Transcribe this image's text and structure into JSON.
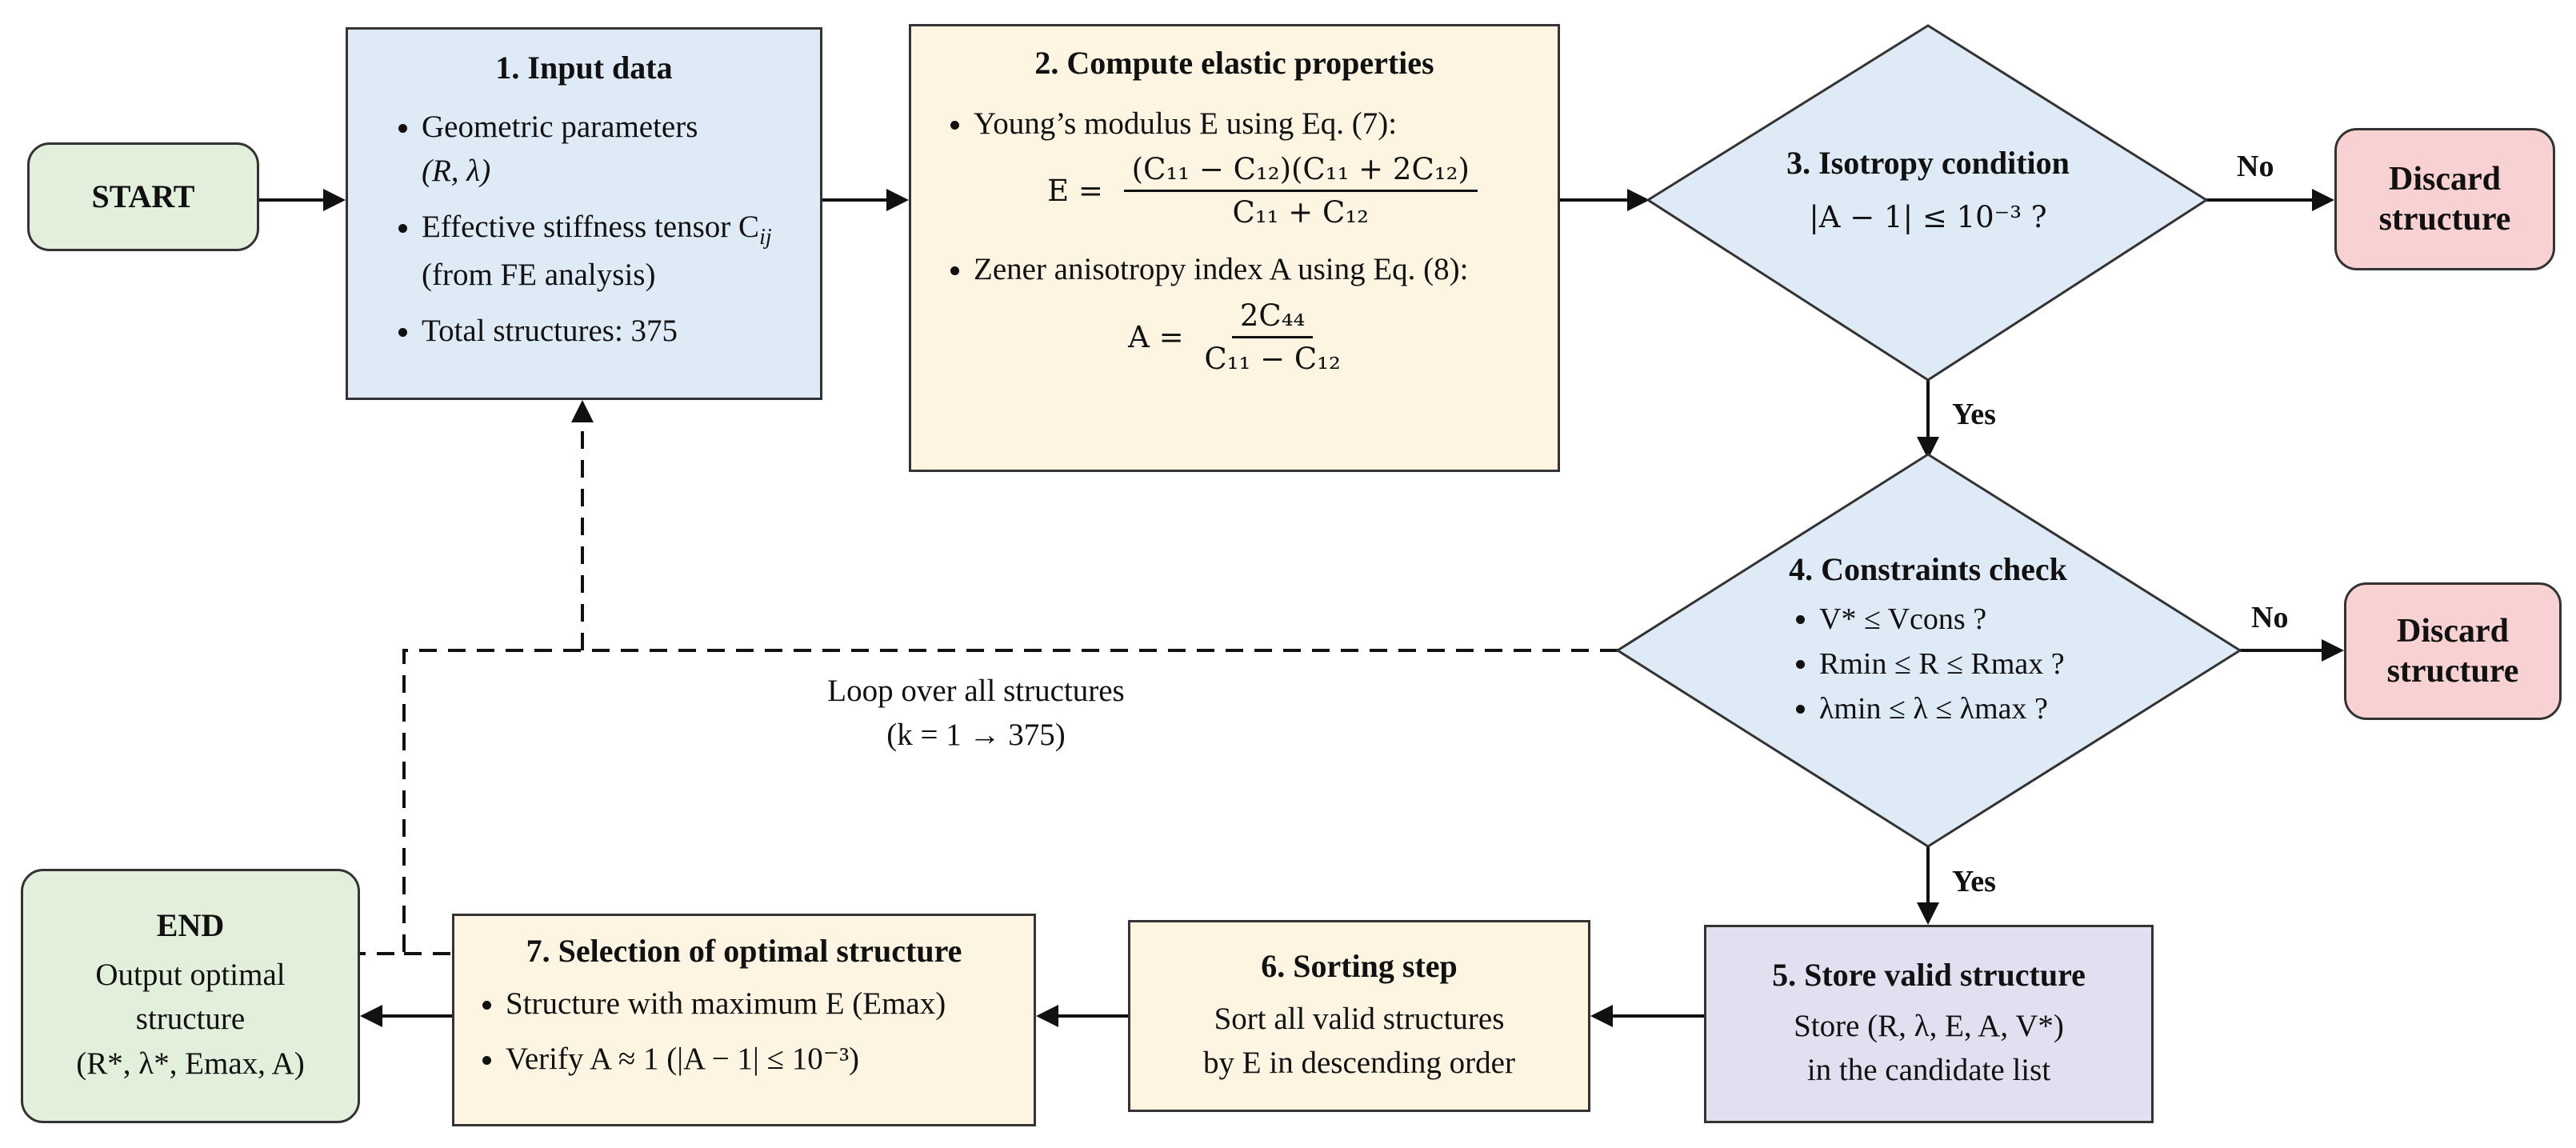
{
  "start": {
    "label": "START"
  },
  "input_data": {
    "title": "1. Input data",
    "items": [
      "Geometric parameters",
      "(R, λ)",
      "Effective stiffness tensor C",
      "ij",
      "(from FE analysis)",
      "Total structures: 375"
    ]
  },
  "compute": {
    "title": "2. Compute elastic properties",
    "bullet1": "Young’s modulus E using Eq. (7):",
    "eq1_lhs": "E =",
    "eq1_num": "(C₁₁ − C₁₂)(C₁₁ + 2C₁₂)",
    "eq1_den": "C₁₁ + C₁₂",
    "bullet2": "Zener anisotropy index A using Eq. (8):",
    "eq2_lhs": "A =",
    "eq2_num": "2C₄₄",
    "eq2_den": "C₁₁ − C₁₂"
  },
  "isotropy": {
    "title": "3. Isotropy condition",
    "condition": "|A − 1| ≤ 10⁻³ ?"
  },
  "constraints": {
    "title": "4. Constraints check",
    "items": [
      "V* ≤ Vcons ?",
      "Rmin ≤ R ≤ Rmax ?",
      "λmin ≤ λ ≤ λmax ?"
    ]
  },
  "discard1": {
    "line1": "Discard",
    "line2": "structure"
  },
  "discard2": {
    "line1": "Discard",
    "line2": "structure"
  },
  "store": {
    "title": "5. Store valid structure",
    "line1": "Store (R, λ, E, A, V*)",
    "line2": "in the candidate list"
  },
  "sorting": {
    "title": "6. Sorting step",
    "line1": "Sort all valid structures",
    "line2": "by E in descending order"
  },
  "selection": {
    "title": "7. Selection of optimal structure",
    "item1": "Structure with maximum E (Emax)",
    "item2": "Verify A ≈ 1 (|A − 1| ≤ 10⁻³)"
  },
  "end": {
    "title": "END",
    "line1": "Output optimal",
    "line2": "structure",
    "line3": "(R*, λ*, Emax, A)"
  },
  "loop": {
    "line1": "Loop over all structures",
    "line2": "(k = 1 → 375)"
  },
  "edge_labels": {
    "no1": "No",
    "yes1": "Yes",
    "no2": "No",
    "yes2": "Yes"
  }
}
